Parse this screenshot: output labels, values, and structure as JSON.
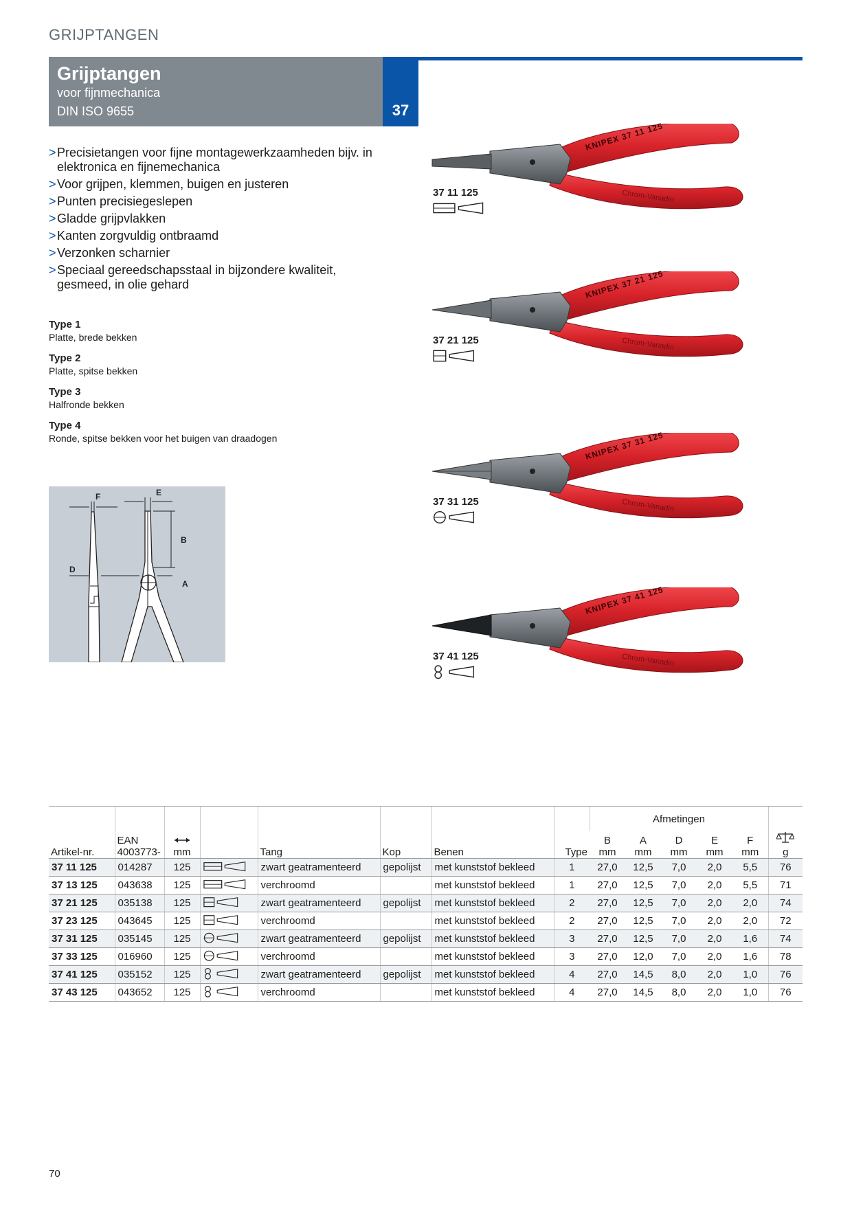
{
  "section_title": "GRIJPTANGEN",
  "banner": {
    "title": "Grijptangen",
    "subtitle": "voor fijnmechanica",
    "standard": "DIN ISO 9655",
    "number": "37"
  },
  "features": [
    "Precisietangen voor fijne montagewerkzaamheden bijv. in elektronica en fijnemechanica",
    "Voor grijpen, klemmen, buigen en justeren",
    "Punten precisiegeslepen",
    "Gladde grijpvlakken",
    "Kanten zorgvuldig ontbraamd",
    "Verzonken scharnier",
    "Speciaal gereedschapsstaal in bijzondere kwaliteit, gesmeed, in olie gehard"
  ],
  "feature_bullet": ">",
  "types": [
    {
      "name": "Type 1",
      "desc": "Platte, brede bekken"
    },
    {
      "name": "Type 2",
      "desc": "Platte, spitse bekken"
    },
    {
      "name": "Type 3",
      "desc": "Halfronde bekken"
    },
    {
      "name": "Type 4",
      "desc": "Ronde, spitse bekken voor het buigen van draadogen"
    }
  ],
  "diagram_labels": {
    "F": "F",
    "E": "E",
    "B": "B",
    "D": "D",
    "A": "A"
  },
  "products": [
    {
      "number": "37 11 125",
      "brand": "KNIPEX",
      "handle_text": "Chrom-Vanadin",
      "symbol": "flat-wide"
    },
    {
      "number": "37 21 125",
      "brand": "KNIPEX",
      "handle_text": "Chrom-Vanadin",
      "symbol": "flat-narrow"
    },
    {
      "number": "37 31 125",
      "brand": "KNIPEX",
      "handle_text": "Chrom-Vanadin",
      "symbol": "half-round"
    },
    {
      "number": "37 41 125",
      "brand": "KNIPEX",
      "handle_text": "Chrom-Vanadin",
      "symbol": "round"
    }
  ],
  "table": {
    "group_header": "Afmetingen",
    "headers": {
      "artikel": "Artikel-nr.",
      "ean_top": "EAN",
      "ean_bottom": "4003773-",
      "len_unit": "mm",
      "tang": "Tang",
      "kop": "Kop",
      "benen": "Benen",
      "type": "Type",
      "b": "B",
      "a": "A",
      "d": "D",
      "e": "E",
      "f": "F",
      "mm": "mm",
      "weight_unit": "g"
    },
    "rows": [
      [
        "37 11 125",
        "014287",
        "125",
        "flat-wide",
        "zwart geatramenteerd",
        "gepolijst",
        "met kunststof bekleed",
        "1",
        "27,0",
        "12,5",
        "7,0",
        "2,0",
        "5,5",
        "76"
      ],
      [
        "37 13 125",
        "043638",
        "125",
        "flat-wide",
        "verchroomd",
        "",
        "met kunststof bekleed",
        "1",
        "27,0",
        "12,5",
        "7,0",
        "2,0",
        "5,5",
        "71"
      ],
      [
        "37 21 125",
        "035138",
        "125",
        "flat-narrow",
        "zwart geatramenteerd",
        "gepolijst",
        "met kunststof bekleed",
        "2",
        "27,0",
        "12,5",
        "7,0",
        "2,0",
        "2,0",
        "74"
      ],
      [
        "37 23 125",
        "043645",
        "125",
        "flat-narrow",
        "verchroomd",
        "",
        "met kunststof bekleed",
        "2",
        "27,0",
        "12,5",
        "7,0",
        "2,0",
        "2,0",
        "72"
      ],
      [
        "37 31 125",
        "035145",
        "125",
        "half-round",
        "zwart geatramenteerd",
        "gepolijst",
        "met kunststof bekleed",
        "3",
        "27,0",
        "12,5",
        "7,0",
        "2,0",
        "1,6",
        "74"
      ],
      [
        "37 33 125",
        "016960",
        "125",
        "half-round",
        "verchroomd",
        "",
        "met kunststof bekleed",
        "3",
        "27,0",
        "12,0",
        "7,0",
        "2,0",
        "1,6",
        "78"
      ],
      [
        "37 41 125",
        "035152",
        "125",
        "round",
        "zwart geatramenteerd",
        "gepolijst",
        "met kunststof bekleed",
        "4",
        "27,0",
        "14,5",
        "8,0",
        "2,0",
        "1,0",
        "76"
      ],
      [
        "37 43 125",
        "043652",
        "125",
        "round",
        "verchroomd",
        "",
        "met kunststof bekleed",
        "4",
        "27,0",
        "14,5",
        "8,0",
        "2,0",
        "1,0",
        "76"
      ]
    ]
  },
  "page_number": "70",
  "colors": {
    "blue": "#0a55a8",
    "banner_gray": "#808890",
    "handle_red": "#d8232a"
  }
}
